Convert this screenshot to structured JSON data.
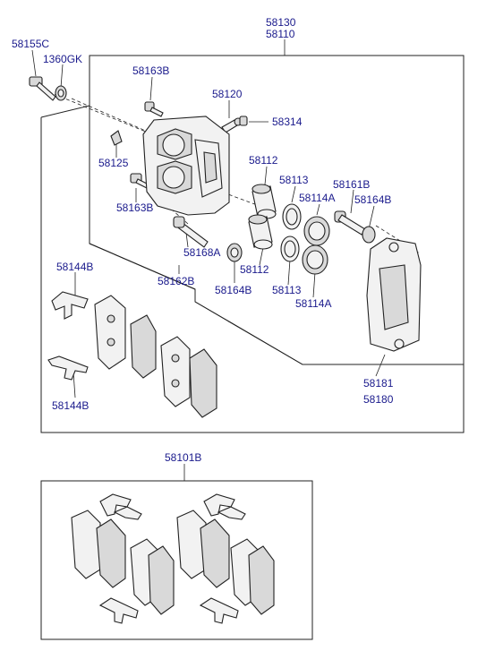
{
  "labels": {
    "l58130": "58130",
    "l58110": "58110",
    "l58155C": "58155C",
    "l1360GK": "1360GK",
    "l58163B_top": "58163B",
    "l58120": "58120",
    "l58314": "58314",
    "l58125": "58125",
    "l58112_top": "58112",
    "l58113_top": "58113",
    "l58114A_top": "58114A",
    "l58161B": "58161B",
    "l58164B_right": "58164B",
    "l58163B_low": "58163B",
    "l58168A": "58168A",
    "l58144B_top": "58144B",
    "l58162B": "58162B",
    "l58164B_mid": "58164B",
    "l58112_low": "58112",
    "l58113_low": "58113",
    "l58114A_low": "58114A",
    "l58181": "58181",
    "l58180": "58180",
    "l58144B_low": "58144B",
    "l58101B": "58101B"
  }
}
